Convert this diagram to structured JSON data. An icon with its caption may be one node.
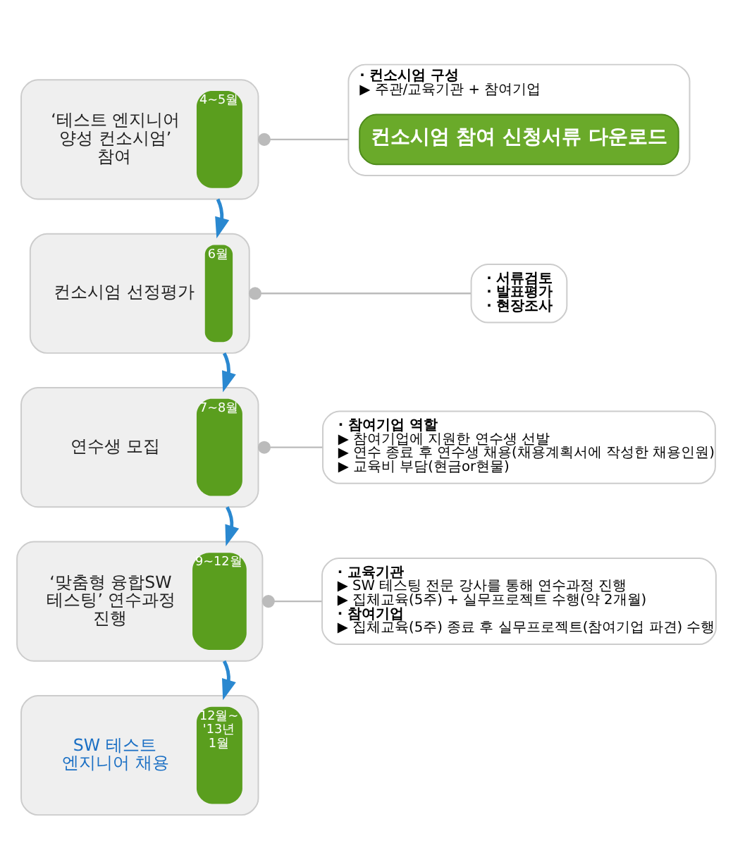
{
  "diagram": {
    "nodes": [
      {
        "text": [
          "‘테스트 엔지니어 양성 컨소시엄’ 참여",
          "4~5월"
        ]
      },
      {
        "text": [
          "· 컨소시엄 구성",
          "▶ 주관/교육기관 + 참여기업"
        ]
      },
      {
        "text": [
          "컨소시엄 참여 신청서류 다운로드"
        ],
        "in": 1
      },
      {
        "text": [
          "컨소시엄 선정평가",
          "6월"
        ]
      },
      {
        "text": [
          "· 서류검토",
          "· 발표평가",
          "· 현장조사"
        ]
      },
      {
        "text": [
          "연수생 모집",
          "7~8월"
        ]
      },
      {
        "text": [
          "· 참여기업 역할",
          "▶ 참여기업에 지원한 연수생 선발",
          "▶ 연수 종료 후 연수생 채용(채용계획서에 작성한 채용인원)",
          "▶ 교육비 부담(현금or현물)"
        ]
      },
      {
        "text": [
          "‘맞춤형 융합SW 테스팅’ 연수과정 진행",
          "9~12월"
        ]
      },
      {
        "text": [
          "· 교육기관",
          "▶ SW 테스팅 전문 강사를 통해 연수과정 진행",
          "▶ 집체교육(5주) + 실무프로젝트 수행(약 2개월)",
          "· 참여기업",
          "▶ 집체교육(5주) 종료 후 실무프로젝트(참여기업 파견) 수행"
        ]
      },
      {
        "text": [
          "SW 테스트 엔지니어 채용",
          "12월~ '13년 1월"
        ]
      }
    ],
    "edges": [
      {
        "from": 0,
        "to": 1,
        "arrow": "other"
      },
      {
        "from": 0,
        "to": 3,
        "arrow": "to",
        "color": "#2a88d0"
      },
      {
        "from": 3,
        "to": 4,
        "arrow": "other"
      },
      {
        "from": 3,
        "to": 5,
        "arrow": "to",
        "color": "#2a88d0"
      },
      {
        "from": 5,
        "to": 6,
        "arrow": "other"
      },
      {
        "from": 5,
        "to": 7,
        "arrow": "to",
        "color": "#2a88d0"
      },
      {
        "from": 7,
        "to": 8,
        "arrow": "other"
      },
      {
        "from": 7,
        "to": 9,
        "arrow": "to",
        "color": "#2a88d0"
      }
    ]
  }
}
